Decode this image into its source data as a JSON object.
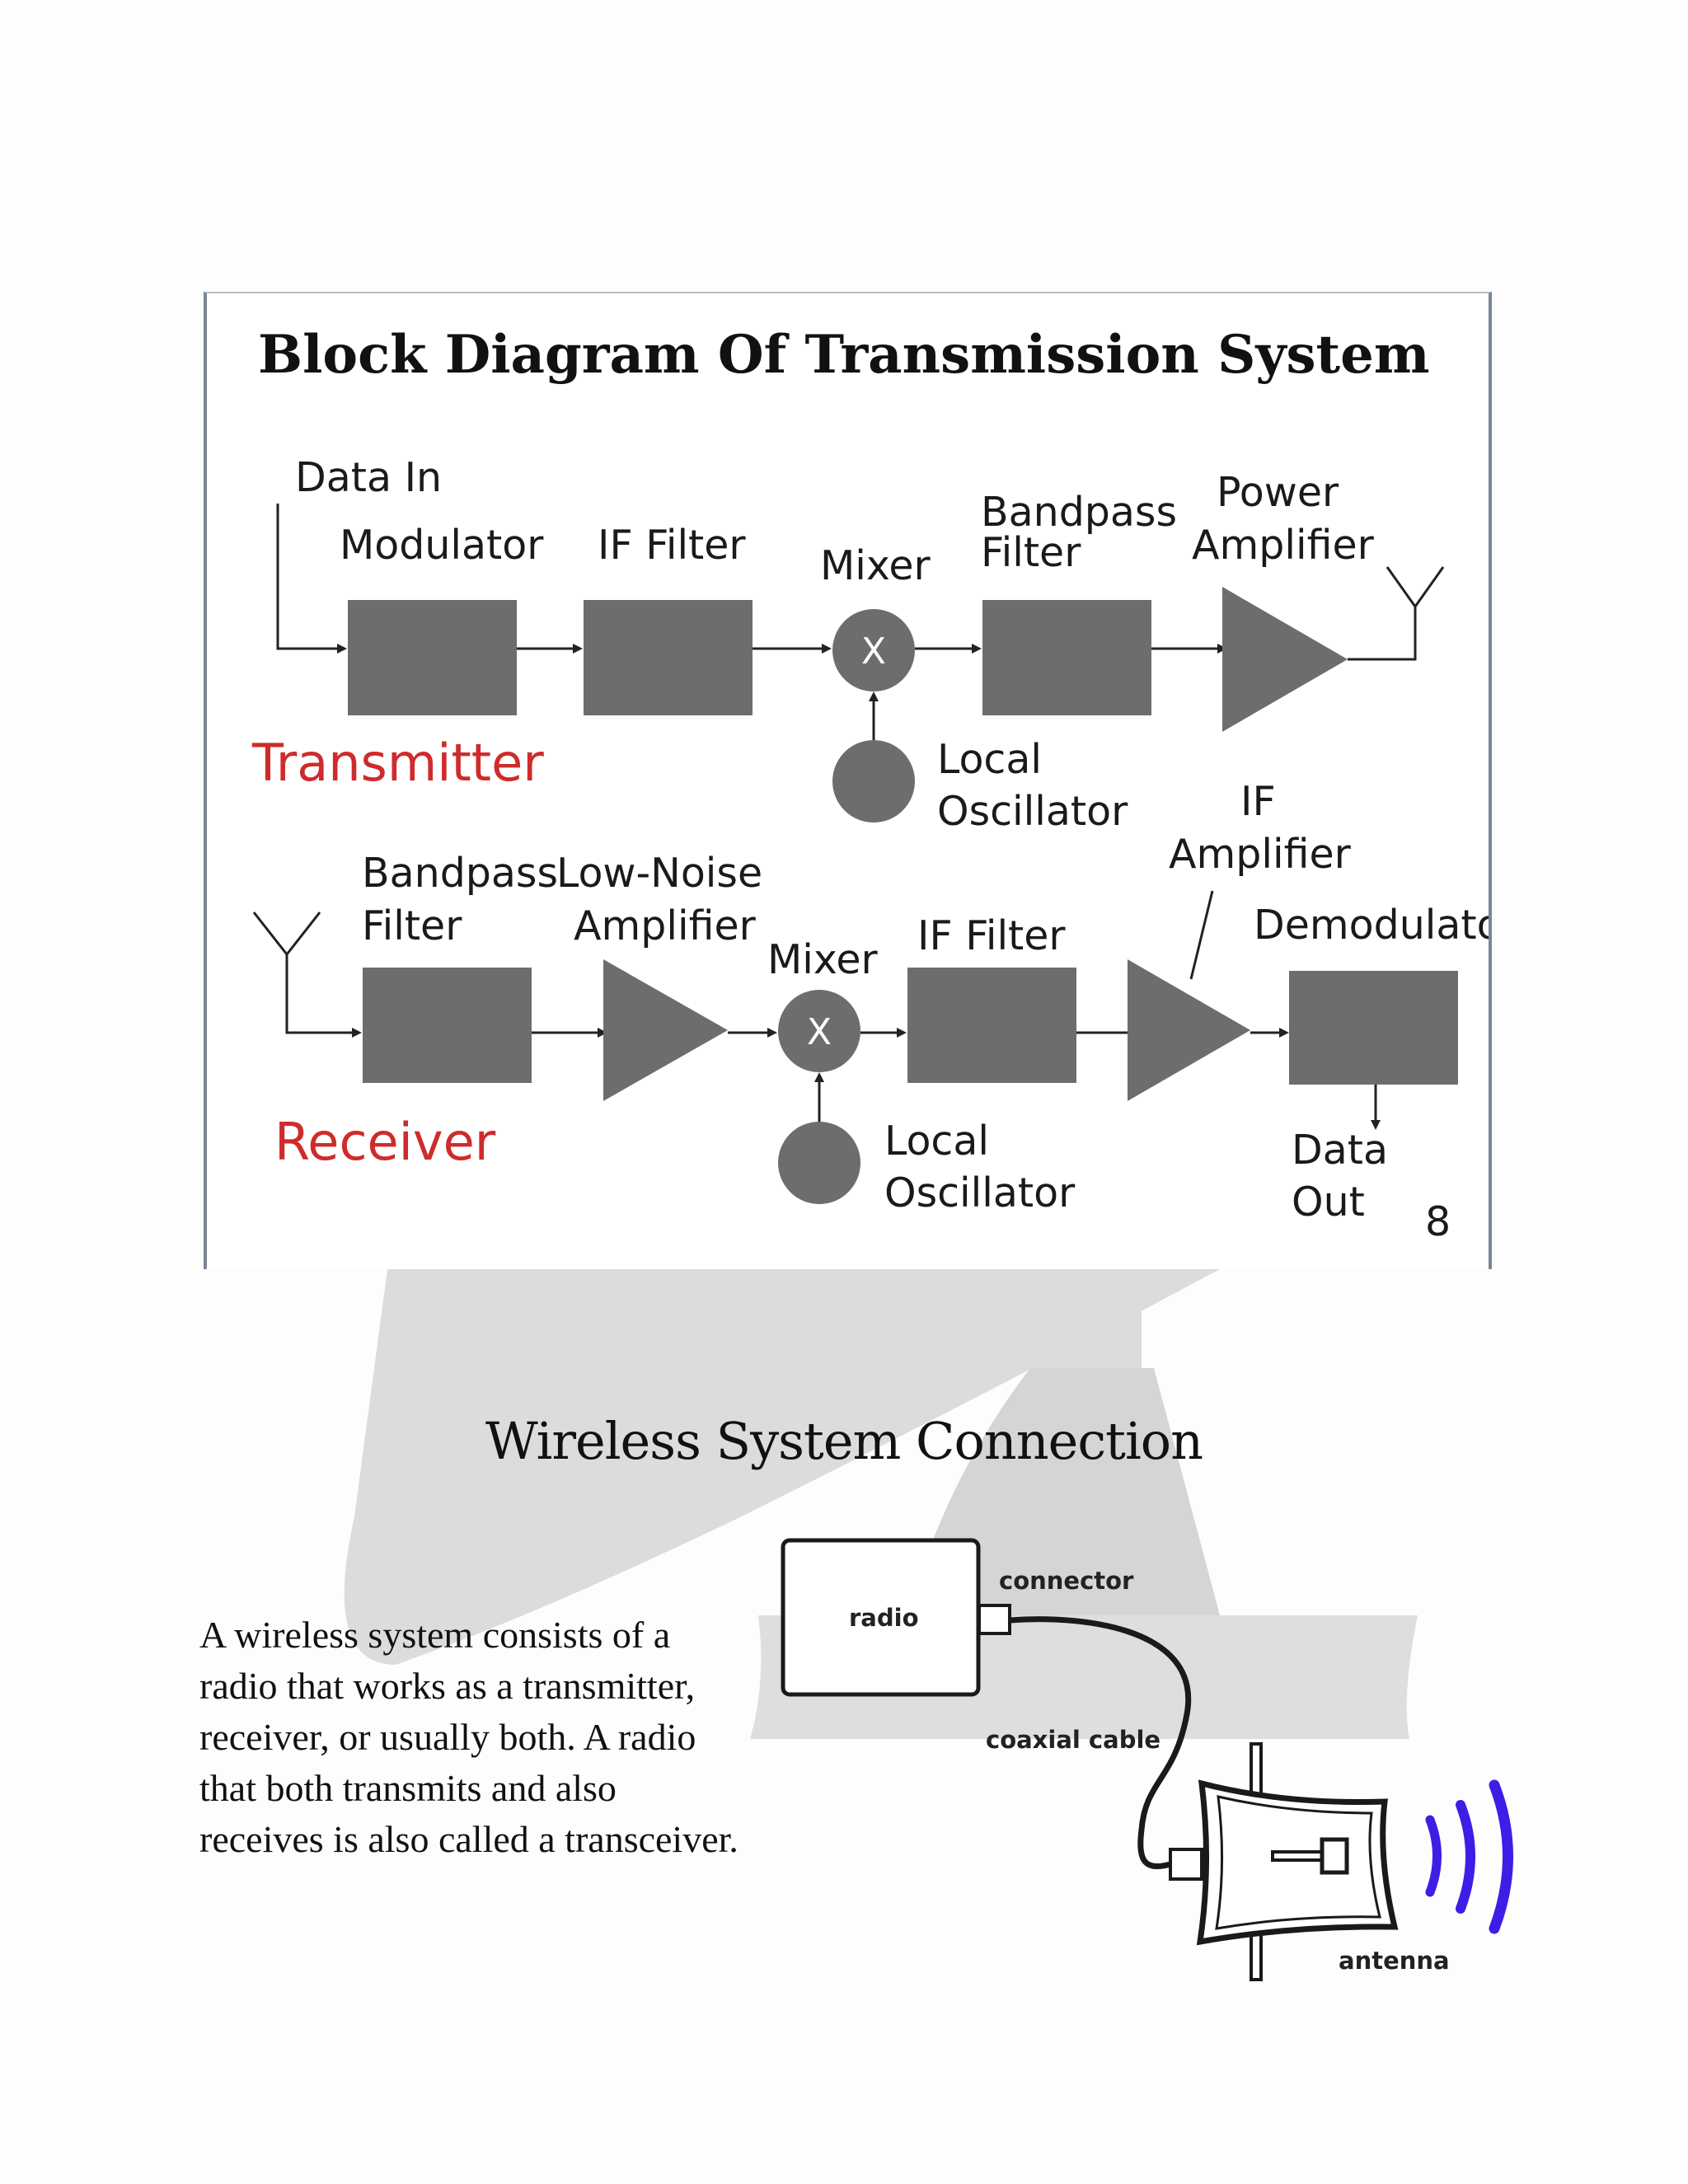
{
  "block_diagram": {
    "title": "Block Diagram Of Transmission System",
    "page_number": "8",
    "transmitter": {
      "section_label": "Transmitter",
      "data_in": "Data In",
      "modulator": "Modulator",
      "if_filter": "IF Filter",
      "mixer": "Mixer",
      "mixer_symbol": "X",
      "bandpass_line1": "Bandpass",
      "bandpass_line2": "Filter",
      "power_line1": "Power",
      "power_line2": "Amplifier",
      "lo_line1": "Local",
      "lo_line2": "Oscillator"
    },
    "receiver": {
      "section_label": "Receiver",
      "bandpass_line1": "Bandpass",
      "bandpass_line2": "Filter",
      "lna_line1": "Low-Noise",
      "lna_line2": "Amplifier",
      "mixer": "Mixer",
      "mixer_symbol": "X",
      "if_filter": "IF Filter",
      "if_amp_line1": "IF",
      "if_amp_line2": "Amplifier",
      "demodulator": "Demodulator",
      "lo_line1": "Local",
      "lo_line2": "Oscillator",
      "data_out_line1": "Data",
      "data_out_line2": "Out"
    }
  },
  "section_heading": "Wireless System Connection",
  "paragraph_lines": [
    "A wireless system consists of a",
    "radio that works as a transmitter,",
    "receiver, or usually both.  A radio",
    "that both transmits and also",
    "receives is also called a transceiver."
  ],
  "connection_figure": {
    "radio": "radio",
    "connector": "connector",
    "cable": "coaxial cable",
    "antenna": "antenna"
  },
  "colors": {
    "block_fill": "#6d6d70",
    "section_label_red": "#cf2b2b",
    "signal_waves": "#3d1ee6",
    "watermark": "#dadada"
  }
}
